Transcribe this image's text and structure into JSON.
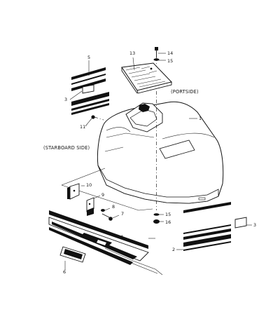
{
  "labels": {
    "c1": "1",
    "c2": "2",
    "c3a": "3",
    "c3b": "3",
    "c4": "4",
    "c5": "5",
    "c6": "6",
    "c7": "7",
    "c8": "8",
    "c9": "9",
    "c10": "10",
    "c11": "11",
    "c13": "13",
    "c14": "14",
    "c15a": "15",
    "c15b": "15",
    "c16": "16"
  },
  "notes": {
    "portside": "(PORTSIDE)",
    "starboard": "(STARBOARD SIDE)"
  }
}
